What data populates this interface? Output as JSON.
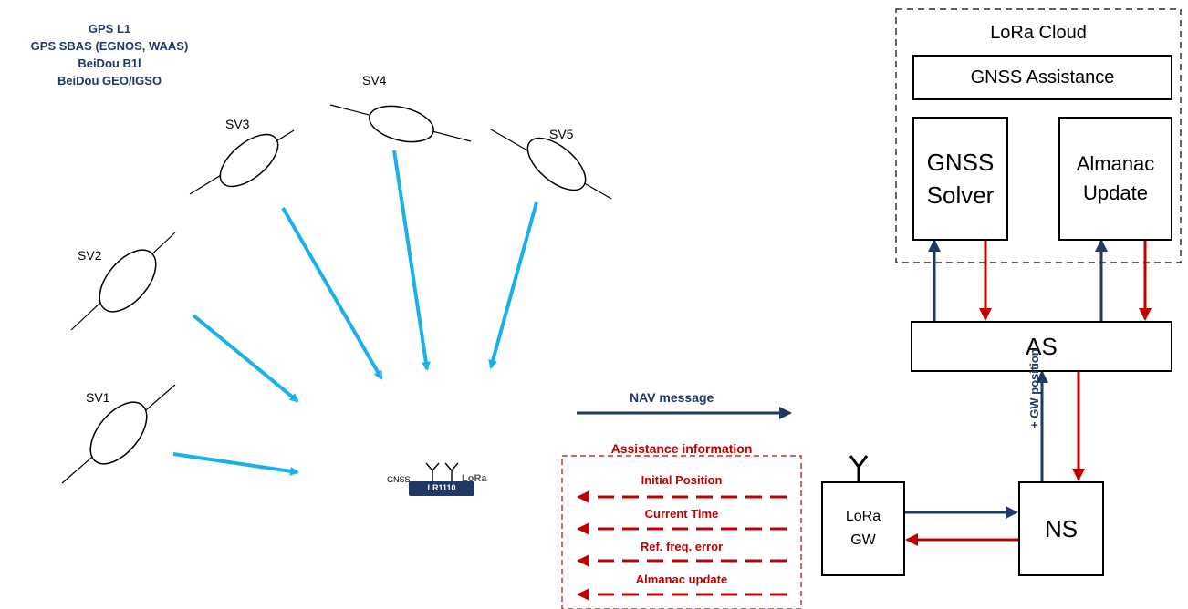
{
  "constellations": [
    "GPS L1",
    "GPS SBAS (EGNOS, WAAS)",
    "BeiDou B1l",
    "BeiDou GEO/IGSO"
  ],
  "satellites": [
    "SV1",
    "SV2",
    "SV3",
    "SV4",
    "SV5"
  ],
  "device": {
    "chip": "LR1110",
    "gnss_label": "GNSS",
    "lora_label": "LoRa"
  },
  "nav_message": "NAV message",
  "assistance": {
    "title": "Assistance information",
    "items": [
      "Initial Position",
      "Current Time",
      "Ref. freq. error",
      "Almanac update"
    ]
  },
  "cloud": {
    "title": "LoRa Cloud",
    "gnss_assistance": "GNSS Assistance",
    "solver_line1": "GNSS",
    "solver_line2": "Solver",
    "almanac_line1": "Almanac",
    "almanac_line2": "Update"
  },
  "as_label": "AS",
  "ns_label": "NS",
  "gw_line1": "LoRa",
  "gw_line2": "GW",
  "gw_position": "+ GW position",
  "colors": {
    "light_blue": "#1ab0ea",
    "navy": "#1f3864",
    "dark_red": "#c00000"
  }
}
